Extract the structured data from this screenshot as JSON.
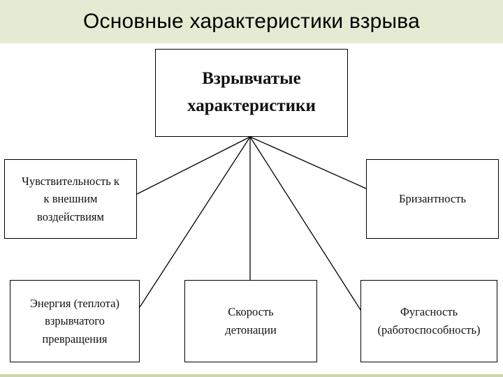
{
  "slide": {
    "title": "Основные характеристики взрыва"
  },
  "diagram": {
    "root": {
      "line1": "Взрывчатые",
      "line2": "характеристики"
    },
    "children": [
      {
        "lines": [
          "Чувствительность к",
          "к внешним",
          "воздействиям"
        ]
      },
      {
        "lines": [
          "Бризантность"
        ]
      },
      {
        "lines": [
          "Энергия (теплота)",
          "взрывчатого",
          "превращения"
        ]
      },
      {
        "lines": [
          "Скорость",
          "детонации"
        ]
      },
      {
        "lines": [
          "Фугасность",
          "(работоспособность)"
        ]
      }
    ]
  },
  "colors": {
    "title_bar": "#e3ecd2",
    "bottom_rule": "#c9d8ad",
    "stroke": "#000000"
  }
}
